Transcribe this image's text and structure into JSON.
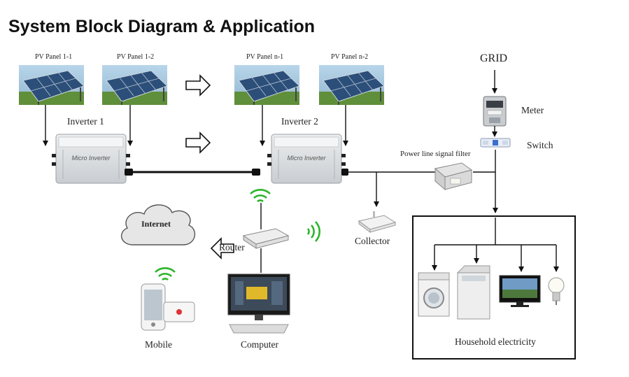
{
  "title": "System Block Diagram & Application",
  "panels": {
    "p1_1": "PV Panel 1-1",
    "p1_2": "PV Panel 1-2",
    "pn_1": "PV Panel n-1",
    "pn_2": "PV Panel n-2"
  },
  "inverters": {
    "inv1": "Inverter 1",
    "inv2": "Inverter 2",
    "device_label": "Micro Inverter"
  },
  "grid_side": {
    "grid": "GRID",
    "meter": "Meter",
    "switch": "Switch",
    "filter": "Power line signal filter"
  },
  "network": {
    "internet": "Internet",
    "router": "Router",
    "collector": "Collector",
    "mobile": "Mobile",
    "computer": "Computer"
  },
  "household": {
    "label": "Household electricity"
  },
  "colors": {
    "line": "#111111",
    "wifi": "#2bb52b",
    "sky": "#9ec6e0",
    "grass": "#5f8f3a",
    "panel": "#2c4f7a",
    "inverter": "#d9dcdf"
  }
}
